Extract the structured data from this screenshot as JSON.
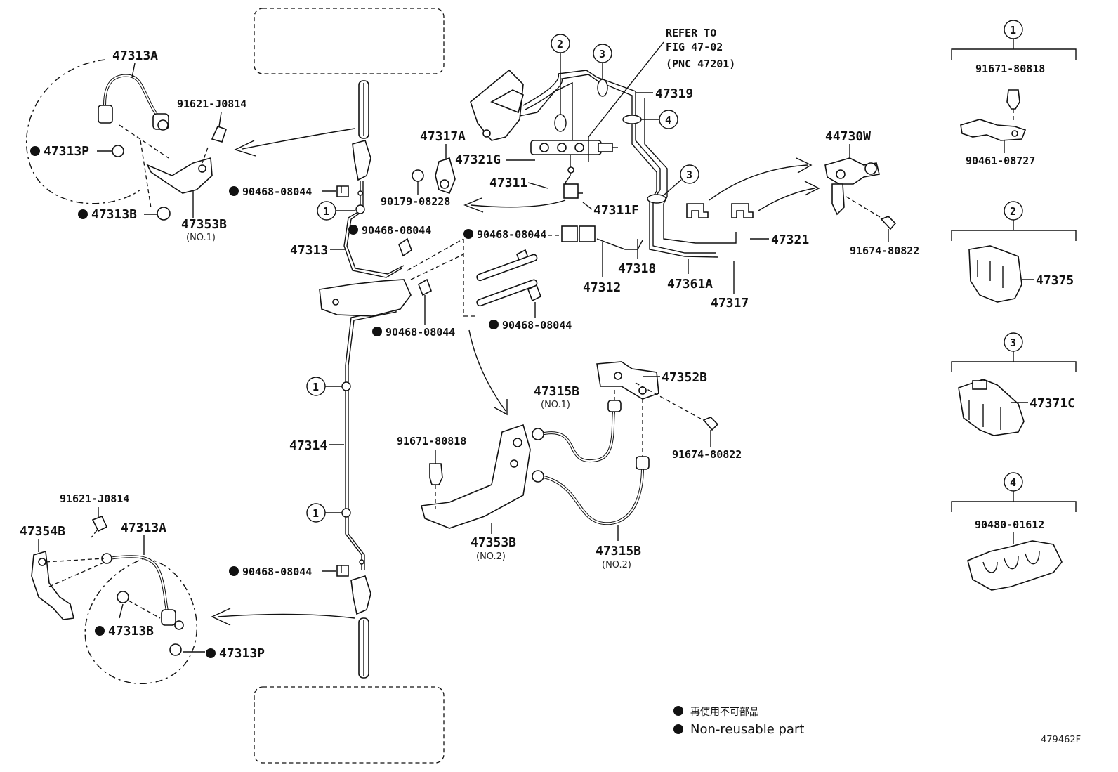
{
  "labels": {
    "p47313A_top": "47313A",
    "p91621_top": "91621-J0814",
    "p47313P_top": "47313P",
    "p47313B_top": "47313B",
    "p47353B_top": "47353B",
    "p47353B_top_sub": "(NO.1)",
    "p90468_a": "90468-08044",
    "p90468_b": "90468-08044",
    "p90468_c": "90468-08044",
    "p90468_d": "90468-08044",
    "p90468_e": "90468-08044",
    "p90468_f": "90468-08044",
    "p47313": "47313",
    "p47314": "47314",
    "p47317A": "47317A",
    "p47321G": "47321G",
    "p47311": "47311",
    "p90179": "90179-08228",
    "p47311F": "47311F",
    "p47319": "47319",
    "p47312": "47312",
    "p47318": "47318",
    "p47361A": "47361A",
    "p47317": "47317",
    "p47321": "47321",
    "p44730W": "44730W",
    "p91674_top": "91674-80822",
    "p47352B": "47352B",
    "p47315B_1": "47315B",
    "p47315B_1_sub": "(NO.1)",
    "p91674_mid": "91674-80822",
    "p91671_mid": "91671-80818",
    "p47353B_bot": "47353B",
    "p47353B_bot_sub": "(NO.2)",
    "p47315B_2": "47315B",
    "p47315B_2_sub": "(NO.2)",
    "p91621_bot": "91621-J0814",
    "p47354B": "47354B",
    "p47313A_bot": "47313A",
    "p47313B_bot": "47313B",
    "p47313P_bot": "47313P"
  },
  "refer": {
    "line1": "REFER TO",
    "line2": "FIG 47-02",
    "line3": "(PNC 47201)"
  },
  "callouts": {
    "c1": "1",
    "c2": "2",
    "c3": "3",
    "c4": "4"
  },
  "sidebar": {
    "g1_part": "91671-80818",
    "g1_part2": "90461-08727",
    "g2_part": "47375",
    "g3_part": "47371C",
    "g4_part": "90480-01612"
  },
  "legend": {
    "cn_text": "再使用不可部品",
    "en_text": "Non-reusable part"
  },
  "figure_id": "479462F"
}
